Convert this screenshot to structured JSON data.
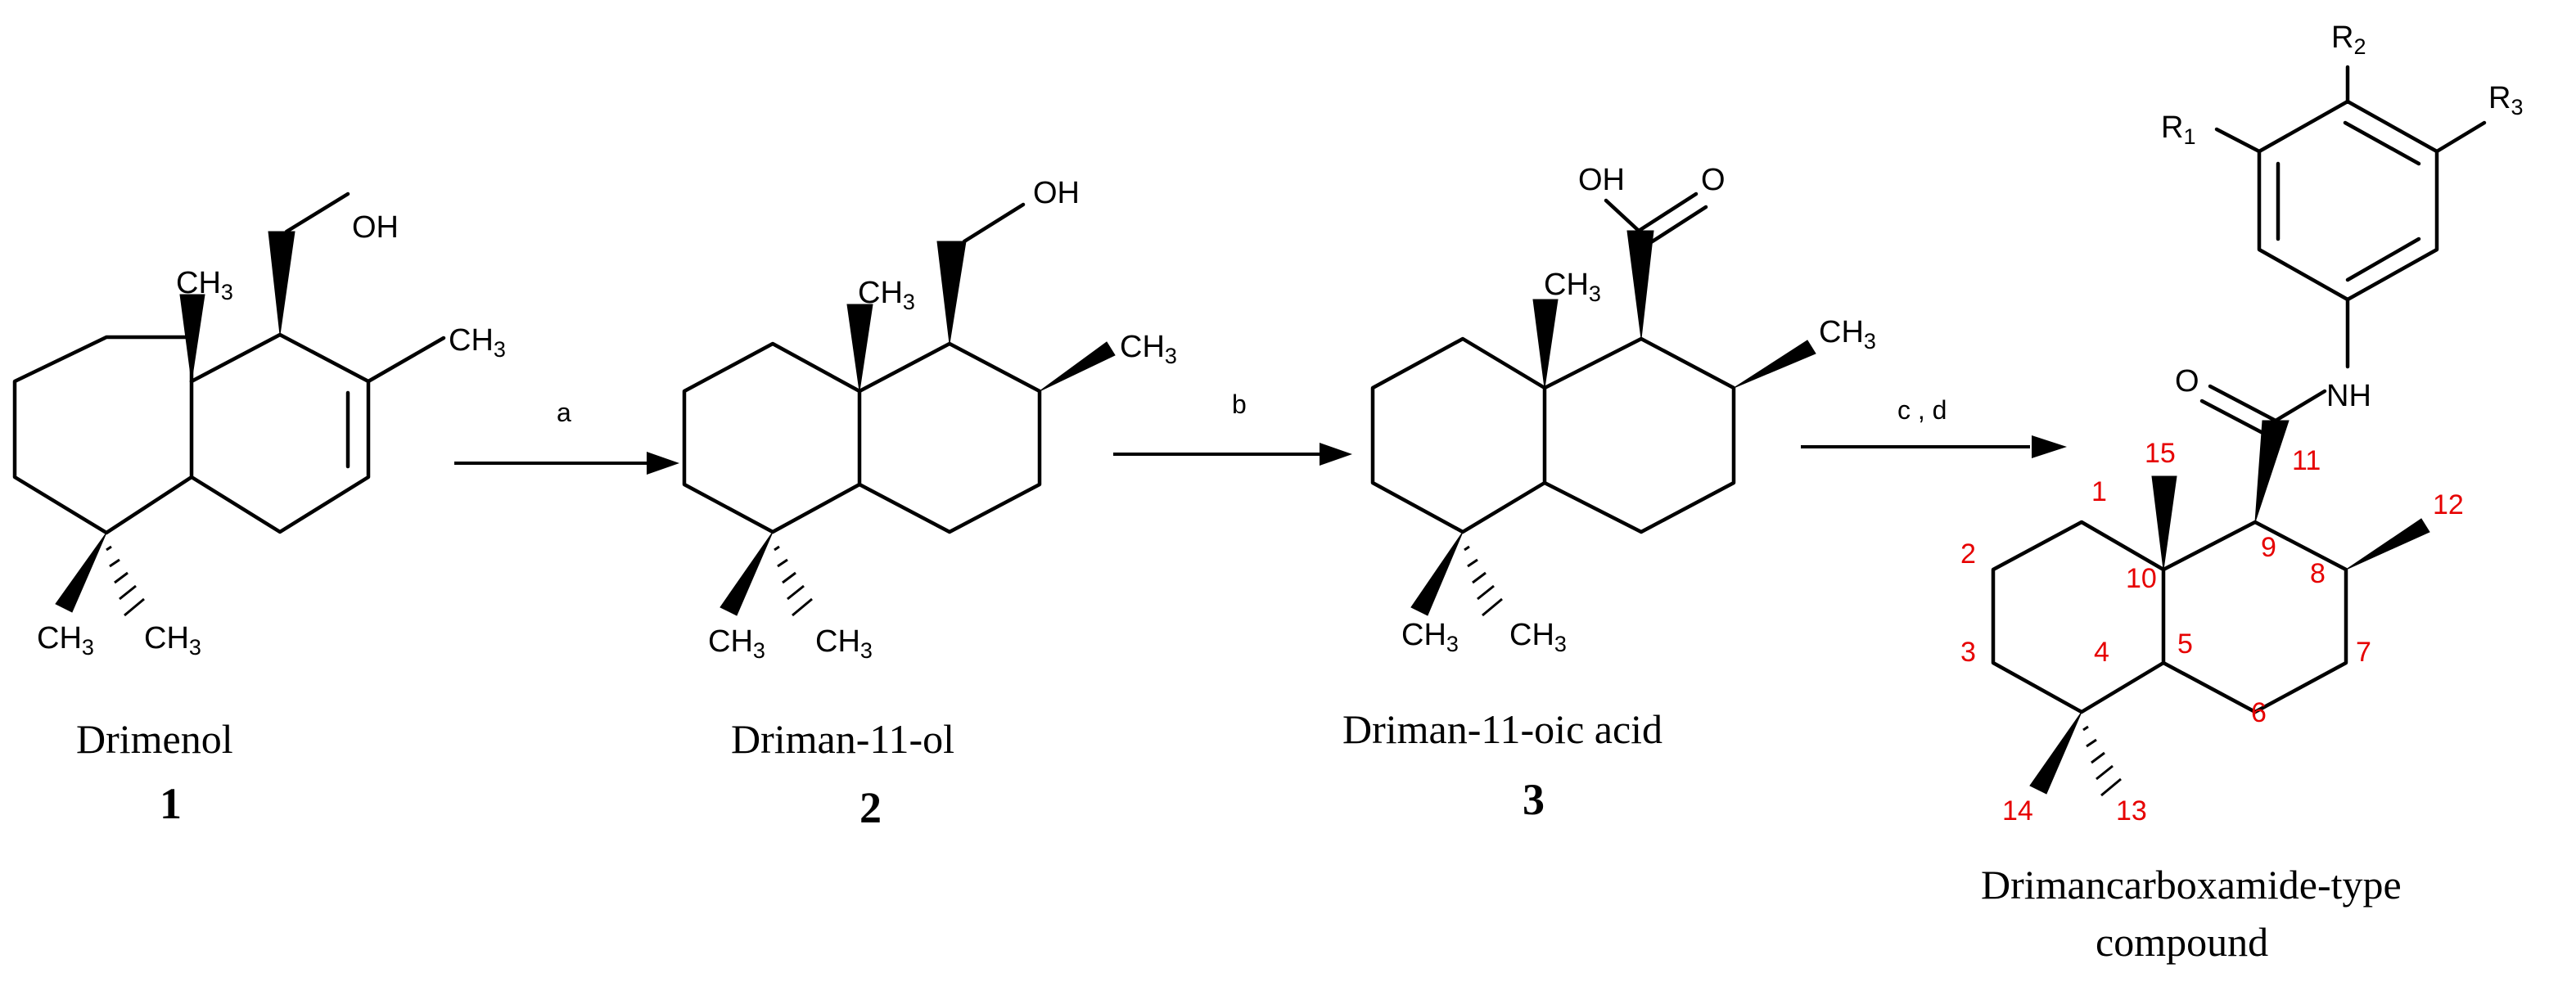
{
  "scheme": {
    "steps": [
      "a",
      "b",
      "c , d"
    ],
    "compounds": [
      {
        "name": "Drimenol",
        "number": "1"
      },
      {
        "name": "Driman-11-ol",
        "number": "2"
      },
      {
        "name": "Driman-11-oic acid",
        "number": "3"
      },
      {
        "name_line1": "Drimancarboxamide-type",
        "name_line2": "compound"
      }
    ],
    "atoms": {
      "oh": "OH",
      "o": "O",
      "nh": "NH",
      "ch": "CH",
      "three": "3",
      "r": "R",
      "one": "1",
      "two": "2"
    },
    "locants": [
      "1",
      "2",
      "3",
      "4",
      "5",
      "6",
      "7",
      "8",
      "9",
      "10",
      "11",
      "12",
      "13",
      "14",
      "15"
    ],
    "colors": {
      "bonds": "#000000",
      "locants": "#e60000"
    }
  }
}
